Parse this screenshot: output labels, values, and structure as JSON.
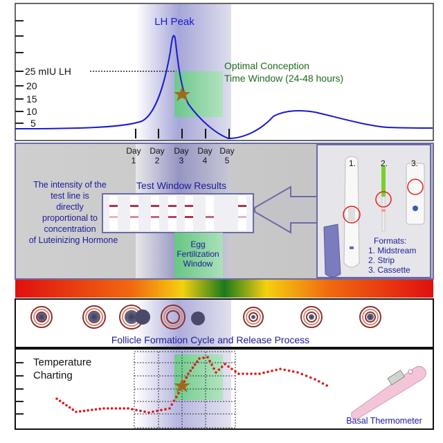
{
  "lh_panel": {
    "peak_label": "LH Peak",
    "threshold_label": "25 mIU LH",
    "tick_labels": [
      "20",
      "15",
      "10",
      "5"
    ],
    "window_label_line1": "Optimal Conception",
    "window_label_line2": "Time Window (24-48 hours)"
  },
  "days": [
    {
      "word": "Day",
      "num": "1"
    },
    {
      "word": "Day",
      "num": "2"
    },
    {
      "word": "Day",
      "num": "3"
    },
    {
      "word": "Day",
      "num": "4"
    },
    {
      "word": "Day",
      "num": "5"
    }
  ],
  "test_panel": {
    "intensity_line1": "The intensity of the",
    "intensity_line2": "test line is",
    "intensity_line3": "directly",
    "intensity_line4": "proportional to",
    "intensity_line5": "concentration",
    "intensity_line6": "of Luteinizing Hormone",
    "results_title": "Test Window Results",
    "egg_line1": "Egg",
    "egg_line2": "Fertilization",
    "egg_line3": "Window",
    "test_line_intensity": [
      0.35,
      0.55,
      0.75,
      0.9,
      1.0,
      0.75,
      0.35
    ],
    "control_line_present": [
      true,
      true,
      true,
      true,
      true,
      false,
      true
    ]
  },
  "formats": {
    "numbers": [
      "1.",
      "2.",
      "3."
    ],
    "title": "Formats:",
    "items": [
      "1. Midstream",
      "2. Strip",
      "3. Cassette"
    ]
  },
  "follicle": {
    "caption": "Follicle Formation Cycle and Release Process"
  },
  "temperature": {
    "label_line1": "Temperature",
    "label_line2": "Charting",
    "thermometer_label": "Basal Thermometer"
  },
  "colors": {
    "lh_curve": "#1a1acc",
    "window_green": "#3cc35a",
    "star": "#a06a1c",
    "panel_gray": "#c8c8c8",
    "chart_dots": "#e01818",
    "ring": "#b04a40",
    "text_blue": "#1a1a9a",
    "text_green": "#1e6a1e"
  }
}
